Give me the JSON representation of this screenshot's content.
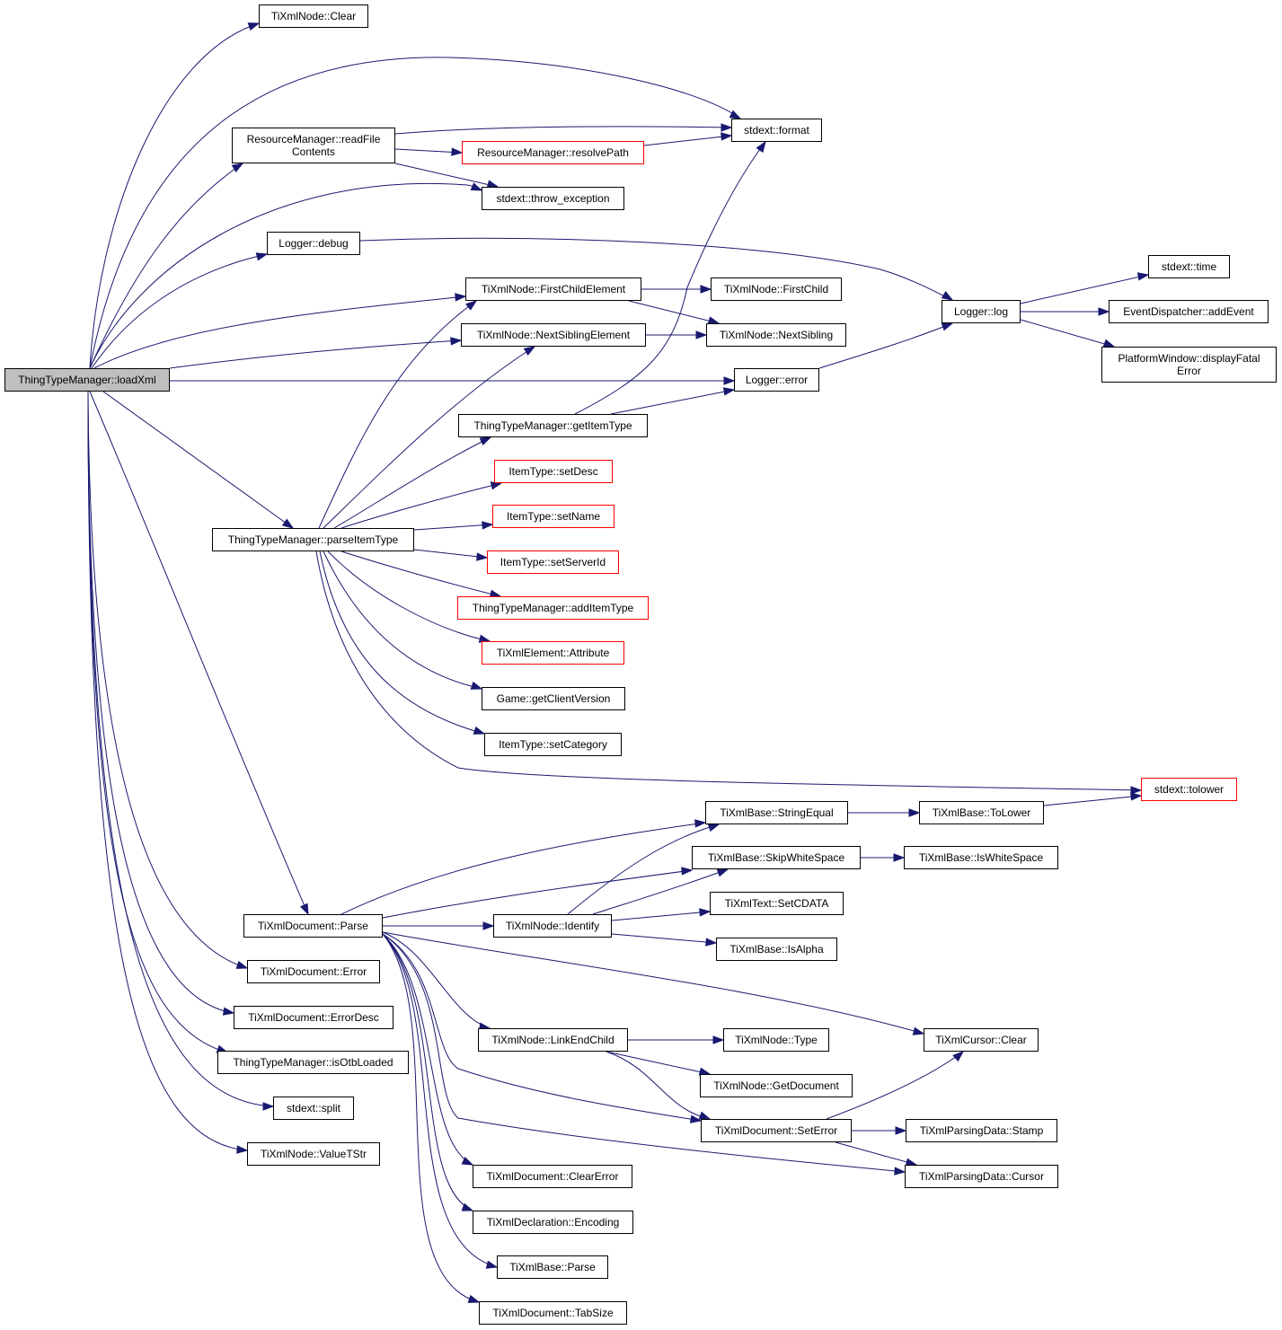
{
  "colors": {
    "edge": "#191970",
    "node_border": "#000000",
    "partial_node_border": "#ff0000",
    "root_fill": "#bfbfbf"
  },
  "nodes": {
    "loadXml": "ThingTypeManager::loadXml",
    "clear": "TiXmlNode::Clear",
    "format": "stdext::format",
    "readFile": "ResourceManager::readFile\nContents",
    "resolvePath": "ResourceManager::resolvePath",
    "throwEx": "stdext::throw_exception",
    "debug": "Logger::debug",
    "log": "Logger::log",
    "time": "stdext::time",
    "addEvent": "EventDispatcher::addEvent",
    "displayFatal": "PlatformWindow::displayFatal\nError",
    "firstChildEl": "TiXmlNode::FirstChildElement",
    "firstChild": "TiXmlNode::FirstChild",
    "nextSiblingEl": "TiXmlNode::NextSiblingElement",
    "nextSibling": "TiXmlNode::NextSibling",
    "error": "Logger::error",
    "getItemType": "ThingTypeManager::getItemType",
    "setDesc": "ItemType::setDesc",
    "setName": "ItemType::setName",
    "setServerId": "ItemType::setServerId",
    "parseItemType": "ThingTypeManager::parseItemType",
    "addItemType": "ThingTypeManager::addItemType",
    "attribute": "TiXmlElement::Attribute",
    "getClientVersion": "Game::getClientVersion",
    "setCategory": "ItemType::setCategory",
    "tolower": "stdext::tolower",
    "stringEqual": "TiXmlBase::StringEqual",
    "toLower": "TiXmlBase::ToLower",
    "skipWhite": "TiXmlBase::SkipWhiteSpace",
    "isWhite": "TiXmlBase::IsWhiteSpace",
    "setCDATA": "TiXmlText::SetCDATA",
    "docParse": "TiXmlDocument::Parse",
    "identify": "TiXmlNode::Identify",
    "isAlpha": "TiXmlBase::IsAlpha",
    "docError": "TiXmlDocument::Error",
    "errorDesc": "TiXmlDocument::ErrorDesc",
    "linkEnd": "TiXmlNode::LinkEndChild",
    "type": "TiXmlNode::Type",
    "cursorClear": "TiXmlCursor::Clear",
    "isOtb": "ThingTypeManager::isOtbLoaded",
    "getDocument": "TiXmlNode::GetDocument",
    "split": "stdext::split",
    "setError": "TiXmlDocument::SetError",
    "stamp": "TiXmlParsingData::Stamp",
    "valueTStr": "TiXmlNode::ValueTStr",
    "clearError": "TiXmlDocument::ClearError",
    "pdCursor": "TiXmlParsingData::Cursor",
    "encoding": "TiXmlDeclaration::Encoding",
    "baseParse": "TiXmlBase::Parse",
    "tabSize": "TiXmlDocument::TabSize"
  }
}
